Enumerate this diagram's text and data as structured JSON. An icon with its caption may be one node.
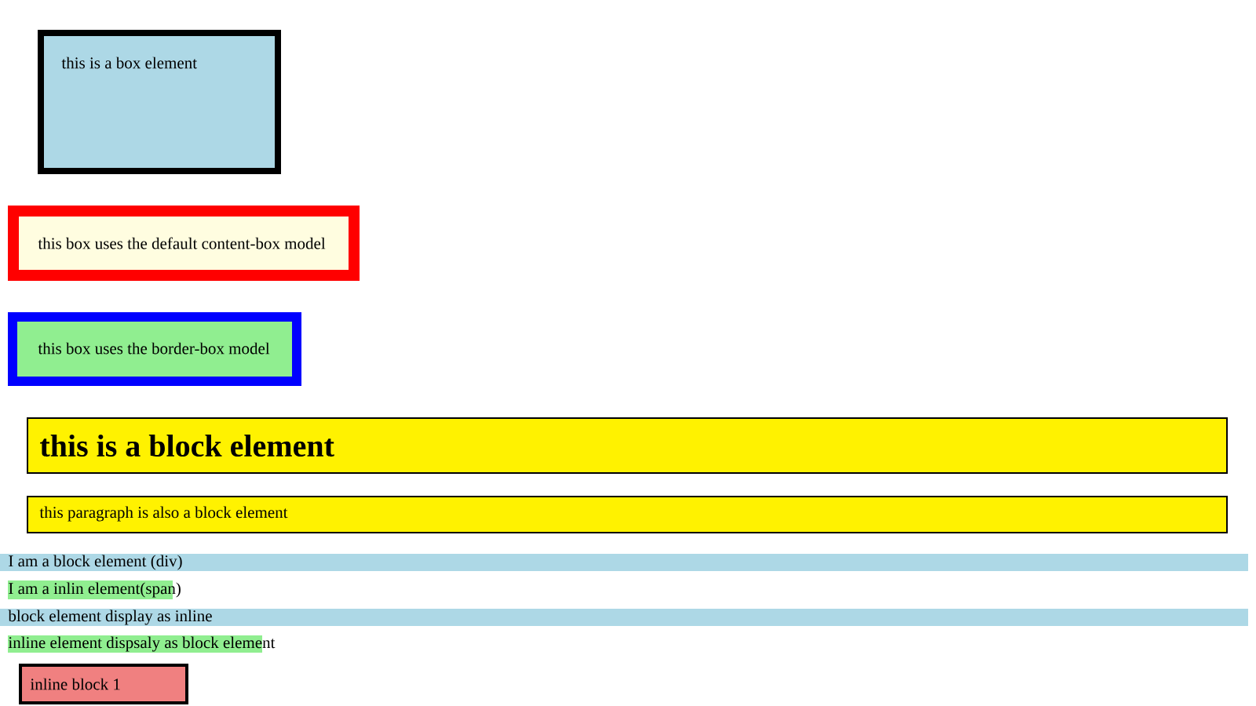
{
  "diagram": {
    "nodes": [
      {
        "text": [
          "this is a box element"
        ]
      },
      {
        "text": [
          "this box uses the default content-box model"
        ]
      },
      {
        "text": [
          "this box uses the border-box model"
        ]
      },
      {
        "text": [
          "this is a block element"
        ]
      },
      {
        "text": [
          "this paragraph is also a block element"
        ]
      },
      {
        "text": [
          "I am a block element (div)"
        ]
      },
      {
        "text": [
          "I am a inlin element(span)"
        ]
      },
      {
        "text": [
          "block element display as inline"
        ]
      },
      {
        "text": [
          "inline element dispsaly as block element"
        ]
      },
      {
        "text": [
          "inline block 1"
        ]
      }
    ]
  }
}
